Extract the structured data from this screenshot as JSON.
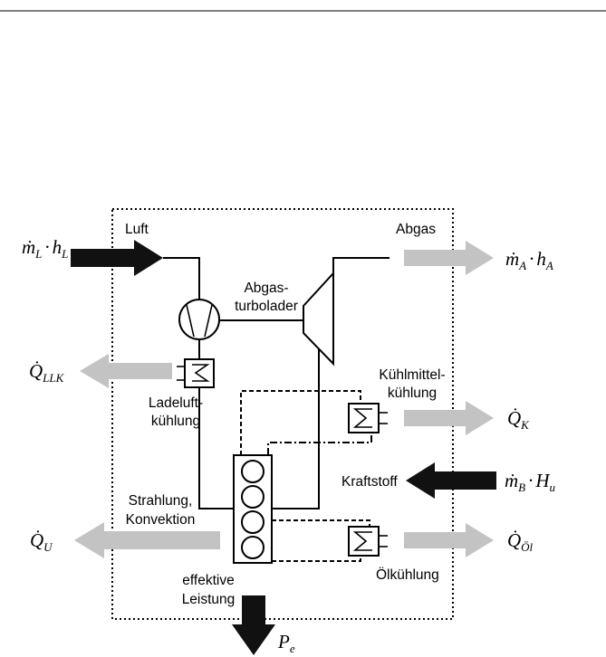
{
  "colors": {
    "input_arrow": "#111111",
    "loss_arrow": "#c3c3c3",
    "line": "#000000",
    "background": "#ffffff"
  },
  "labels": {
    "luft": "Luft",
    "abgas": "Abgas",
    "turbolader_line1": "Abgas-",
    "turbolader_line2": "turbolader",
    "ladeluft_line1": "Ladeluft-",
    "ladeluft_line2": "kühlung",
    "kuehlmittel_line1": "Kühlmittel-",
    "kuehlmittel_line2": "kühlung",
    "kraftstoff": "Kraftstoff",
    "strahlung_line1": "Strahlung,",
    "strahlung_line2": "Konvektion",
    "oelkuehlung": "Ölkühlung",
    "leistung_line1": "effektive",
    "leistung_line2": "Leistung"
  },
  "formulas": {
    "air_in": {
      "symbol": "ṁ",
      "symbol_sub": "L",
      "operator": "·",
      "factor": "h",
      "factor_sub": "L"
    },
    "exhaust_out": {
      "symbol": "ṁ",
      "symbol_sub": "A",
      "operator": "·",
      "factor": "h",
      "factor_sub": "A"
    },
    "charge_air_heat": {
      "symbol": "Q̇",
      "symbol_sub": "LLK"
    },
    "coolant_heat": {
      "symbol": "Q̇",
      "symbol_sub": "K"
    },
    "fuel_in": {
      "symbol": "ṁ",
      "symbol_sub": "B",
      "operator": "·",
      "factor": "H",
      "factor_sub": "u"
    },
    "ambient_heat": {
      "symbol": "Q̇",
      "symbol_sub": "U"
    },
    "oil_heat": {
      "symbol": "Q̇",
      "symbol_sub": "Öl"
    },
    "power_out": {
      "symbol": "P",
      "symbol_sub": "e"
    }
  }
}
